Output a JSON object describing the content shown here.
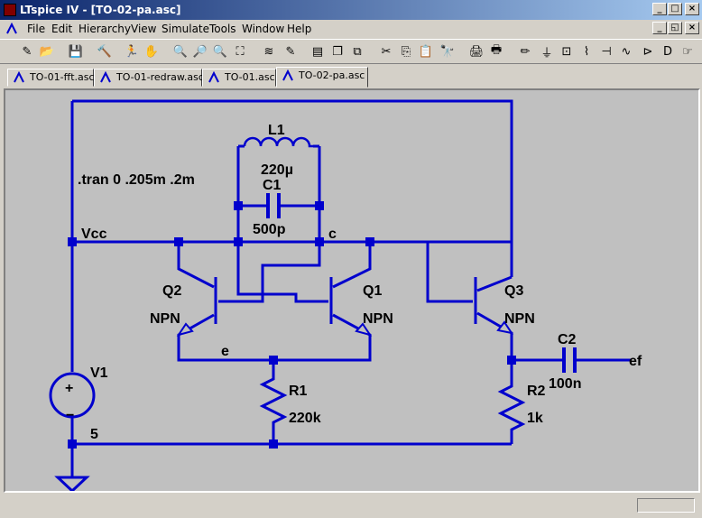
{
  "window": {
    "title": "LTspice IV - [TO-02-pa.asc]"
  },
  "window_buttons": [
    "_",
    "□",
    "×"
  ],
  "mdi_buttons": [
    "_",
    "◱",
    "×"
  ],
  "menu": [
    "File",
    "Edit",
    "Hierarchy",
    "View",
    "Simulate",
    "Tools",
    "Window",
    "Help"
  ],
  "tabs": [
    "TO-01-fft.asc",
    "TO-01-redraw.asc",
    "TO-01.asc",
    "TO-02-pa.asc"
  ],
  "active_tab": "TO-02-pa.asc",
  "toolbar": [
    {
      "name": "new-schematic-icon",
      "glyph": "✎"
    },
    {
      "name": "open-icon",
      "glyph": "📂"
    },
    {
      "name": "save-icon",
      "glyph": "💾"
    },
    {
      "name": "control-panel-icon",
      "glyph": "🔨"
    },
    {
      "name": "run-icon",
      "glyph": "🏃"
    },
    {
      "name": "halt-icon",
      "glyph": "✋"
    },
    {
      "name": "zoom-in-icon",
      "glyph": "🔍"
    },
    {
      "name": "pan-icon",
      "glyph": "🔎"
    },
    {
      "name": "zoom-out-icon",
      "glyph": "🔍"
    },
    {
      "name": "zoom-fit-icon",
      "glyph": "⛶"
    },
    {
      "name": "autorange-icon",
      "glyph": "≋"
    },
    {
      "name": "cursor-icon",
      "glyph": "✎"
    },
    {
      "name": "tile-horizontal-icon",
      "glyph": "▤"
    },
    {
      "name": "cascade-icon",
      "glyph": "❐"
    },
    {
      "name": "close-all-icon",
      "glyph": "⧉"
    },
    {
      "name": "cut-icon",
      "glyph": "✂"
    },
    {
      "name": "copy-icon",
      "glyph": "⎘"
    },
    {
      "name": "paste-icon",
      "glyph": "📋"
    },
    {
      "name": "find-icon",
      "glyph": "🔭"
    },
    {
      "name": "print-setup-icon",
      "glyph": "🖨"
    },
    {
      "name": "print-icon",
      "glyph": "🖶"
    },
    {
      "name": "draw-wire-icon",
      "glyph": "✏"
    },
    {
      "name": "ground-icon",
      "glyph": "⏚"
    },
    {
      "name": "label-net-icon",
      "glyph": "⊡"
    },
    {
      "name": "resistor-icon",
      "glyph": "⌇"
    },
    {
      "name": "capacitor-icon",
      "glyph": "⊣"
    },
    {
      "name": "inductor-icon",
      "glyph": "∿"
    },
    {
      "name": "diode-icon",
      "glyph": "⊳"
    },
    {
      "name": "component-icon",
      "glyph": "D"
    },
    {
      "name": "move-icon",
      "glyph": "☞"
    }
  ],
  "schematic": {
    "directive": ".tran 0 .205m .2m",
    "labels": {
      "L1": "L1",
      "L1_val": "220µ",
      "C1": "C1",
      "C1_val": "500p",
      "C2": "C2",
      "C2_val": "100n",
      "Q1": "Q1",
      "Q1_type": "NPN",
      "Q2": "Q2",
      "Q2_type": "NPN",
      "Q3": "Q3",
      "Q3_type": "NPN",
      "R1": "R1",
      "R1_val": "220k",
      "R2": "R2",
      "R2_val": "1k",
      "V1": "V1",
      "V1_val": "5",
      "net_vcc": "Vcc",
      "net_c": "c",
      "net_e": "e",
      "net_ef": "ef",
      "plus": "+",
      "minus": "−"
    },
    "colors": {
      "wire": "#0000cd",
      "background": "#c0c0c0",
      "text": "#000000"
    }
  }
}
